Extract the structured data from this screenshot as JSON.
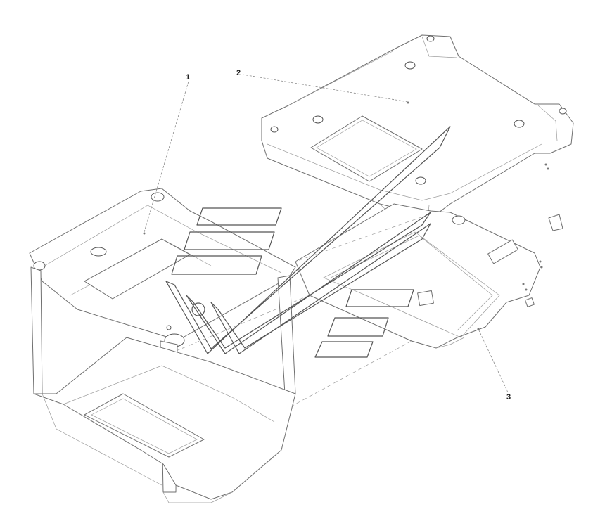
{
  "diagram": {
    "callouts": [
      {
        "label": "1"
      },
      {
        "label": "2"
      },
      {
        "label": "3"
      }
    ]
  }
}
